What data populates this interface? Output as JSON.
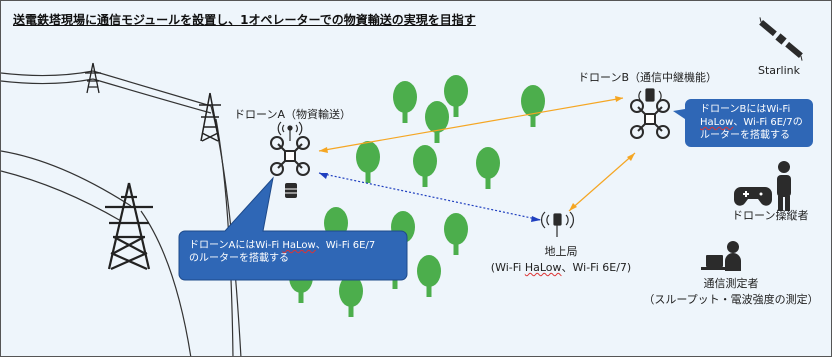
{
  "title": "送電鉄塔現場に通信モジュールを設置し、1オペレーターでの物資輸送の実現を目指す",
  "labels": {
    "starlink": "Starlink",
    "drone_a": "ドローンA（物資輸送）",
    "drone_b": "ドローンB（通信中継機能）",
    "ground_station": "地上局",
    "ground_station_detail_pre": "(Wi-Fi ",
    "ground_station_detail_mid": "HaLow",
    "ground_station_detail_post": "、Wi-Fi 6E/7)",
    "operator": "ドローン操縦者",
    "measurer": "通信測定者",
    "measurer_detail": "（スループット・電波強度の測定）"
  },
  "callouts": {
    "drone_b_line1": "ドローンBにはWi-Fi",
    "drone_b_line2_a": "HaLow",
    "drone_b_line2_b": "、Wi-Fi 6E/7の",
    "drone_b_line3": "ルーターを搭載する",
    "drone_a_line1_a": "ドローンAにはWi-Fi ",
    "drone_a_line1_b": "HaLow",
    "drone_a_line1_c": "、Wi-Fi 6E/7",
    "drone_a_line2": "のルーターを搭載する"
  },
  "colors": {
    "background": "#eef5fb",
    "tree": "#4cae4c",
    "callout": "#2f67b6",
    "link_orange": "#f5a623",
    "link_blue": "#1f3fbf",
    "icon": "#2b2b2b"
  },
  "icons": [
    "satellite-icon",
    "drone-icon",
    "antenna-icon",
    "tower-icon",
    "tree-icon",
    "gamepad-icon",
    "person-icon",
    "laptop-icon"
  ]
}
